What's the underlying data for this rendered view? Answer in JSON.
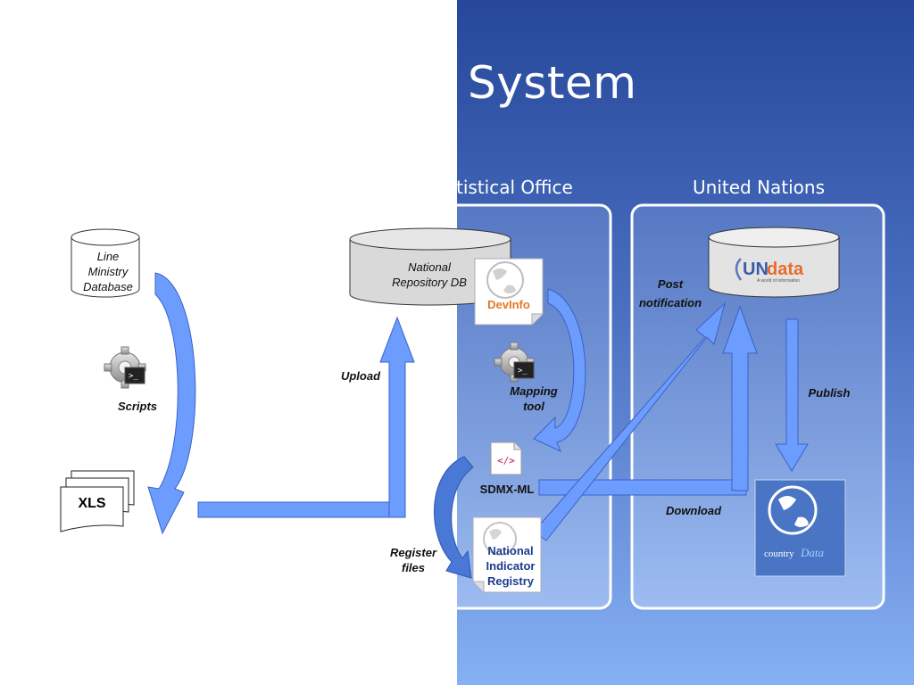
{
  "title": "System",
  "sections": {
    "nso_label": "tistical Office",
    "un_label": "United Nations"
  },
  "nodes": {
    "line_ministry_db": [
      "Line",
      "Ministry",
      "Database"
    ],
    "scripts": "Scripts",
    "xls": "XLS",
    "national_repo_db": [
      "National",
      "Repository DB"
    ],
    "devinfo": "DevInfo",
    "mapping_tool": [
      "Mapping",
      "tool"
    ],
    "sdmx_ml": "SDMX-ML",
    "national_indicator_registry": [
      "National",
      "Indicator",
      "Registry"
    ],
    "undata_logo": {
      "un": "UN",
      "data": "data",
      "tagline": "A world of information"
    },
    "countrydata_logo": {
      "country": "country",
      "data": "Data"
    },
    "sdmx_file_icon": "</>"
  },
  "edges": {
    "upload": "Upload",
    "register_files": [
      "Register",
      "files"
    ],
    "post_notification": [
      "Post",
      "notification"
    ],
    "publish": "Publish",
    "download": "Download"
  },
  "colors": {
    "blue_top": "#2b4a9a",
    "blue_bottom": "#7ea9f0",
    "arrow_fill": "#6699ff",
    "arrow_stroke": "#3a62c4",
    "db_fill": "#d9d9d9",
    "devinfo_orange": "#e87722",
    "registry_text": "#1a3c8c"
  }
}
